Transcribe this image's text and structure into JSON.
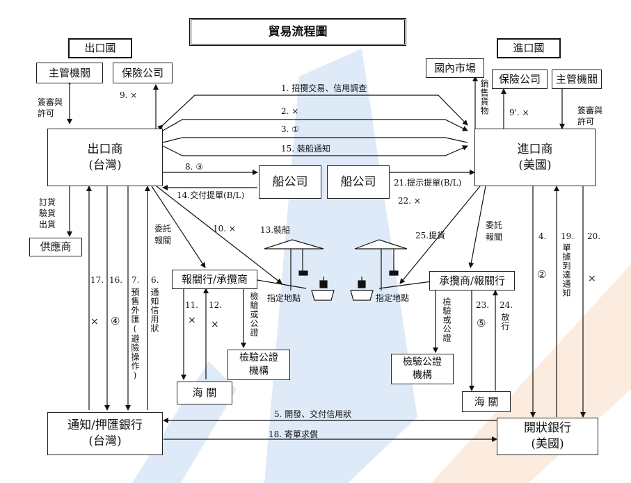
{
  "title": "貿易流程圖",
  "export_country": "出口國",
  "import_country": "進口國",
  "nodes": {
    "exp_authority": "主管機關",
    "exp_insurance": "保險公司",
    "exporter_l1": "出口商",
    "exporter_l2": "(台灣)",
    "supplier": "供應商",
    "exp_broker": "報關行/承攬商",
    "exp_customs": "海 關",
    "exp_inspection_l1": "檢驗公證",
    "exp_inspection_l2": "機構",
    "advising_bank_l1": "通知/押匯銀行",
    "advising_bank_l2": "(台灣)",
    "ship_co_1": "船公司",
    "ship_co_2": "船公司",
    "domestic_market": "國內市場",
    "imp_insurance": "保險公司",
    "imp_authority": "主管機關",
    "importer_l1": "進口商",
    "importer_l2": "(美國)",
    "imp_broker": "承攬商/報關行",
    "imp_inspection_l1": "檢驗公證",
    "imp_inspection_l2": "機構",
    "imp_customs": "海 關",
    "issuing_bank_l1": "開狀銀行",
    "issuing_bank_l2": "(美國)"
  },
  "labels": {
    "s1": "1.  招攬交易、信用調查",
    "s2": "2.    ×",
    "s3": "3.    ①",
    "s15": "15. 裝船通知",
    "s8": "8.  ③",
    "s14": "14.交付提單(B/L)",
    "s21": "21.提示提單(B/L)",
    "s22": "22.  ×",
    "s9": "9.  ×",
    "s9p": "9'.  ×",
    "s10": "10.  ×",
    "s13": "13.裝船",
    "s25": "25.提貨",
    "s5": "5.  開發、交付信用狀",
    "s18": "18.  寄單求償",
    "s17": "17.",
    "s17x": "×",
    "s16": "16.",
    "s16c": "④",
    "s7": "7.",
    "s7v": "預售外匯(避險操作)",
    "s6": "6.",
    "s6v": "通知信用狀",
    "s11": "11.",
    "s11x": "×",
    "s12": "12.",
    "s12x": "×",
    "s4": "4.",
    "s4c": "②",
    "s19": "19.",
    "s19v": "單據到達通知",
    "s20": "20.",
    "s20x": "×",
    "s23": "23.",
    "s23c": "⑤",
    "s24": "24.",
    "s24v": "放行",
    "exp_review": "簽審與",
    "exp_permit": "許可",
    "imp_review": "簽審與",
    "imp_permit": "許可",
    "order_l1": "訂貨",
    "order_l2": "驗貨",
    "order_l3": "出貨",
    "entrust_l1": "委託",
    "entrust_l2": "報關",
    "entrust2_l1": "委託",
    "entrust2_l2": "報關",
    "inspect_v": "檢驗或公證",
    "inspect2_v": "檢驗或公證",
    "sell_v": "銷售貨物",
    "port_left": "指定地點",
    "port_right": "指定地點"
  },
  "colors": {
    "watermark_blue": "#3a7fd0",
    "watermark_orange": "#f08a3c"
  }
}
